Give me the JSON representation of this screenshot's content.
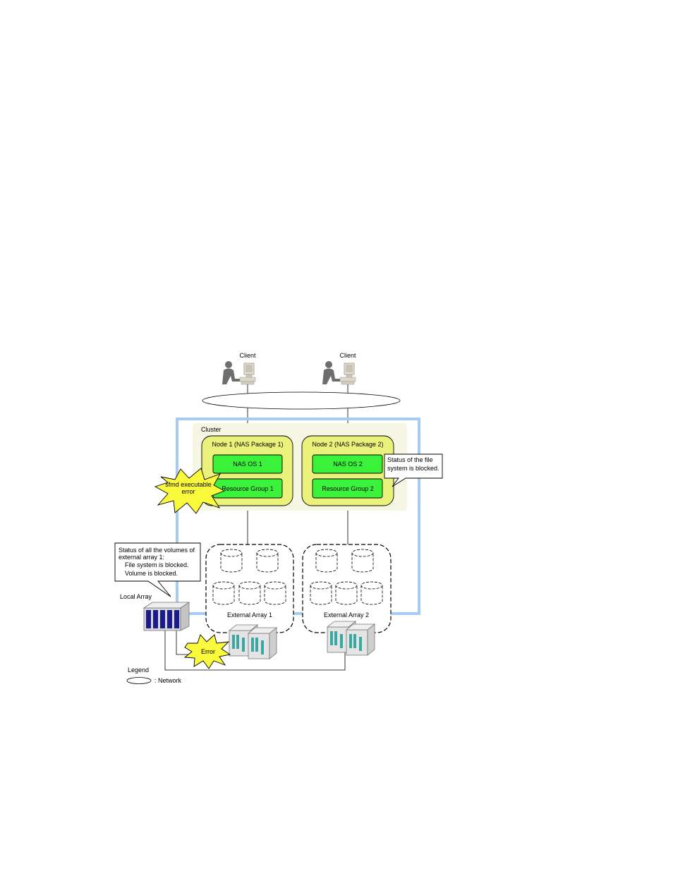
{
  "clients": [
    {
      "label": "Client"
    },
    {
      "label": "Client"
    }
  ],
  "cluster": {
    "label": "Cluster"
  },
  "nodes": [
    {
      "title": "Node 1 (NAS Package 1)",
      "os": "NAS OS 1",
      "resource_group": "Resource Group 1"
    },
    {
      "title": "Node 2 (NAS Package 2)",
      "os": "NAS OS 2",
      "resource_group": "Resource Group 2"
    }
  ],
  "callouts": {
    "file_system_status": {
      "line1": "Status of the file",
      "line2": "system is blocked."
    },
    "volumes_status": {
      "line1": "Status  of  all the volumes of",
      "line2": "external array 1:",
      "line3": "File system is blocked.",
      "line4": "Volume is blocked."
    }
  },
  "bursts": {
    "sfmd": {
      "line1": "sfmd executable",
      "line2": "error"
    },
    "error": {
      "label": "Error"
    }
  },
  "arrays": {
    "local": {
      "label": "Local Array"
    },
    "external": [
      {
        "label": "External Array 1"
      },
      {
        "label": "External Array 2"
      }
    ]
  },
  "legend": {
    "title": "Legend",
    "network": ": Network"
  },
  "colors": {
    "cluster_border": "#a6cdf0",
    "cluster_fill": "#f6f6e4",
    "node_fill": "#ebf27b",
    "green_box": "#3bf23b",
    "burst_fill": "#fafa3c",
    "local_array_panel": "#1b1b8c",
    "external_array_panel": "#3aa7a0"
  }
}
